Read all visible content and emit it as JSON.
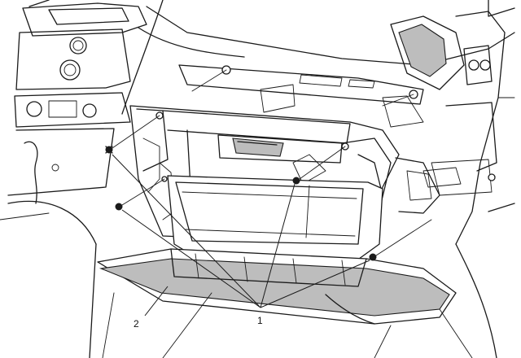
{
  "callouts": [
    {
      "id": "1",
      "label": "1",
      "part": "fasteners"
    },
    {
      "id": "2",
      "label": "2",
      "part": "glove-box"
    }
  ]
}
